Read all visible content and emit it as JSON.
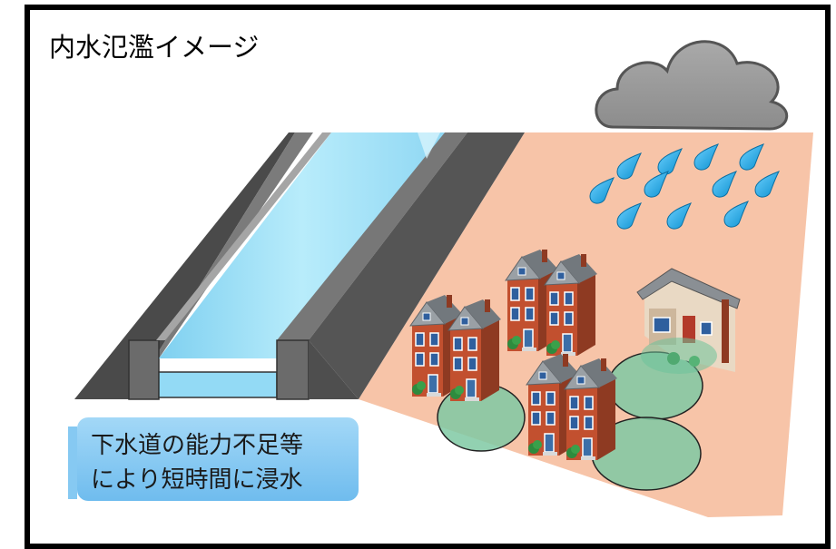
{
  "title": "内水氾濫イメージ",
  "caption": {
    "line1": "下水道の能力不足等",
    "line2": "により短時間に浸水"
  },
  "colors": {
    "frame": "#000000",
    "ground": "#f7c4a8",
    "water": "#a8e2f7",
    "levee_dark": "#5a5a5a",
    "levee_mid": "#8a8a8a",
    "levee_light": "#b4b4b4",
    "cloud": "#9b9b9b",
    "rain": "#1aa9e6",
    "flood": "#7fc9a3",
    "caption_bg": "#86c9f2",
    "house_brick": "#b5452a",
    "house_roof": "#8d9296"
  },
  "icons": [
    "cloud-icon",
    "raindrop-icon",
    "townhouse-icon",
    "house-icon"
  ]
}
